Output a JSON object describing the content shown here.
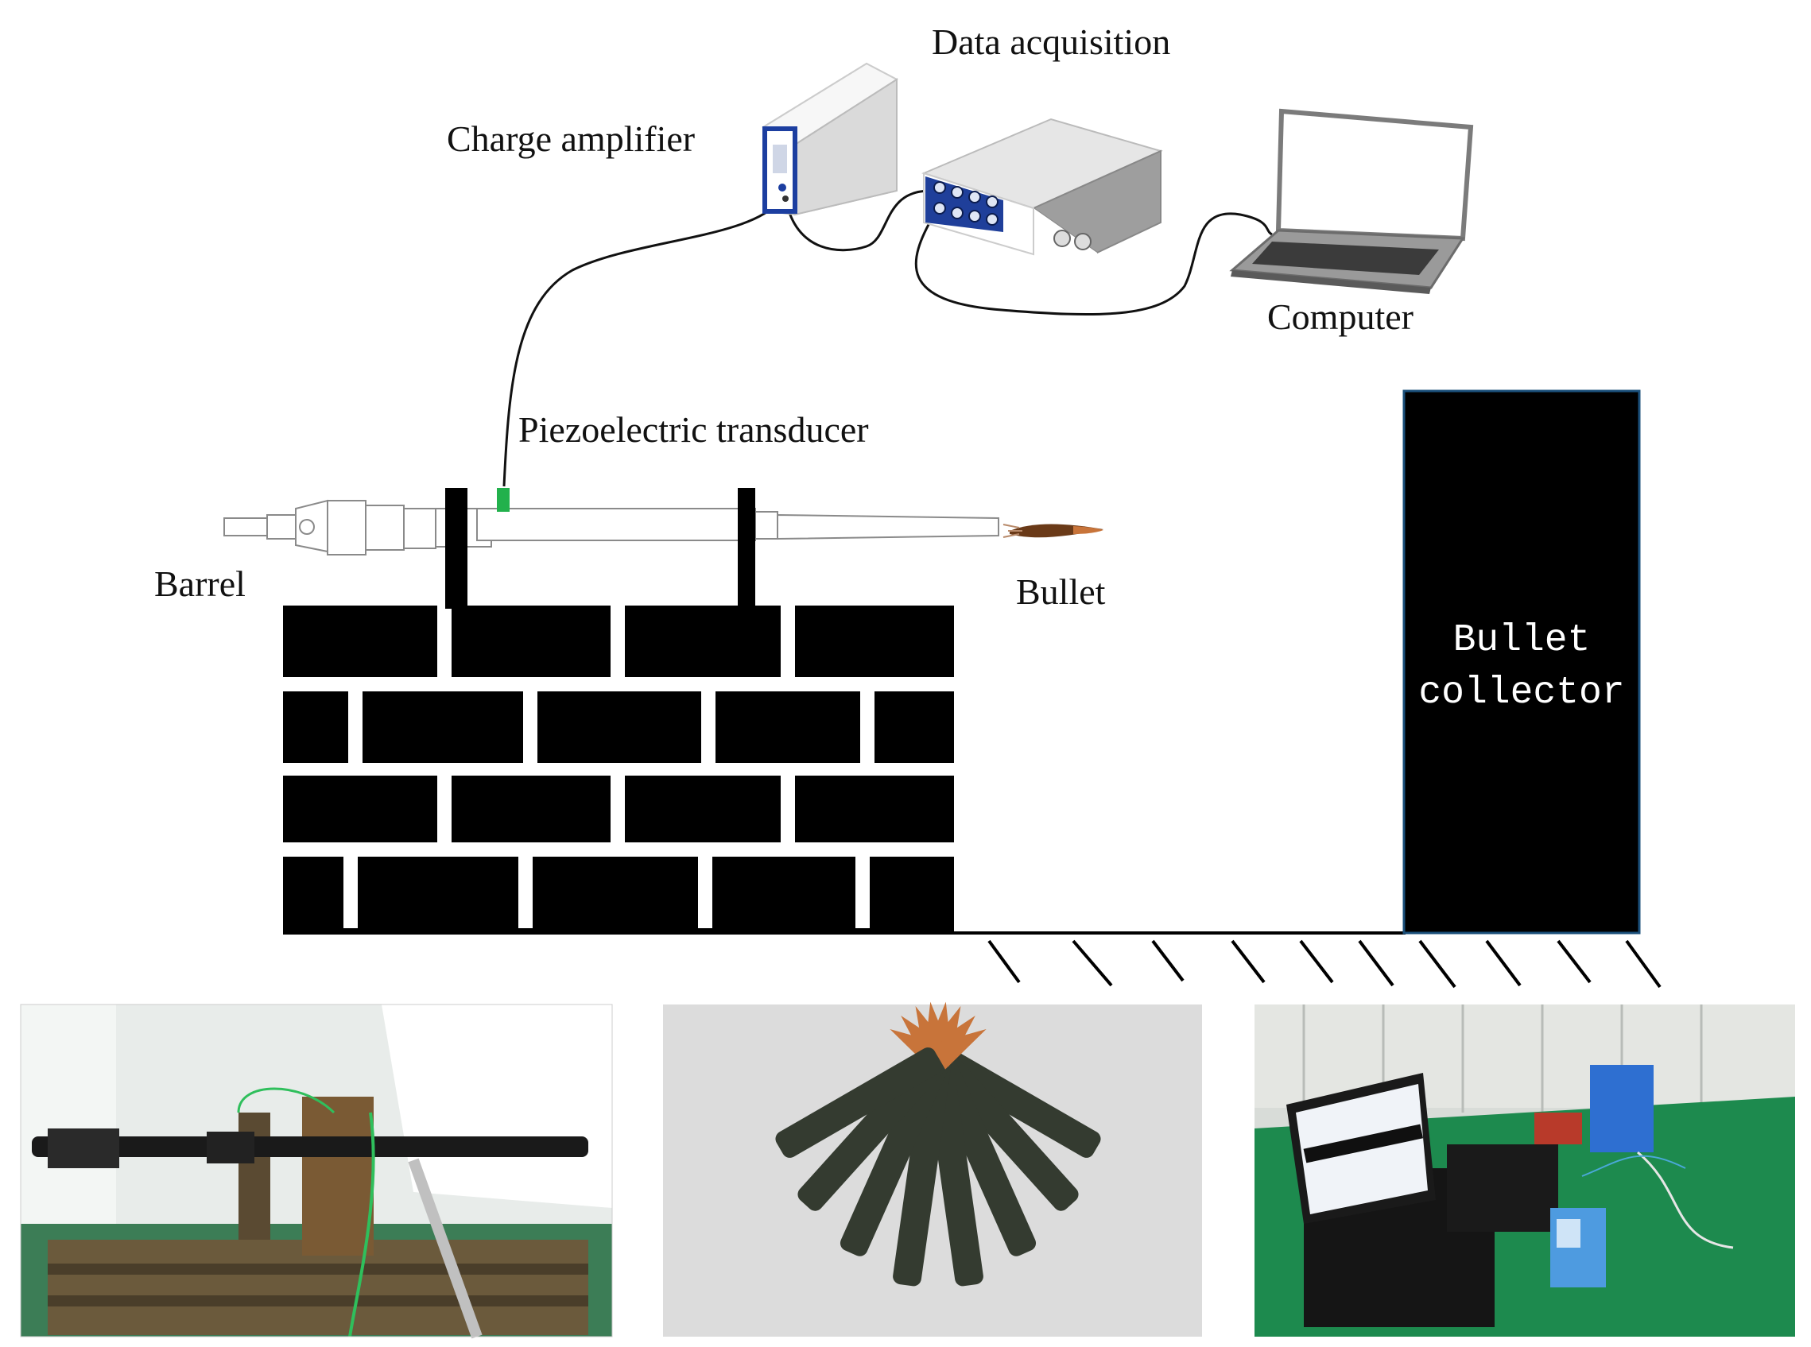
{
  "labels": {
    "data_acquisition": "Data acquisition",
    "charge_amplifier": "Charge amplifier",
    "computer": "Computer",
    "piezo": "Piezoelectric transducer",
    "barrel": "Barrel",
    "bullet": "Bullet",
    "collector_line1": "Bullet",
    "collector_line2": "collector"
  },
  "colors": {
    "ink": "#000000",
    "wire": "#111111",
    "transducer": "#22b14c",
    "daq_panel": "#1f3f9a",
    "amp_stripe": "#1c3ea0",
    "collector_border": "#1a4f7a",
    "photo_floor": "#1d8a4e",
    "photo_bench": "#6b5a3c",
    "cartridge": "#343b30",
    "bullet_tip": "#c8743a"
  },
  "photos": [
    {
      "name": "photo-barrel-setup",
      "subject": "barrel-fixture"
    },
    {
      "name": "photo-cartridges",
      "subject": "cartridges"
    },
    {
      "name": "photo-instrument-setup",
      "subject": "laptop-and-instruments"
    }
  ]
}
